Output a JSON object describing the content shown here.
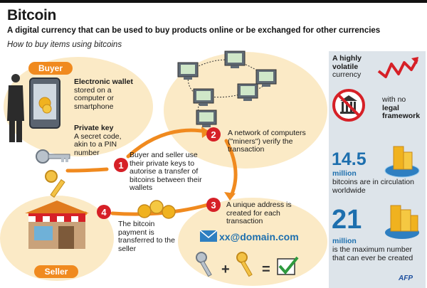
{
  "header": {
    "title": "Bitcoin",
    "subtitle": "A digital currency that can be used to buy products online or be exchanged for other currencies",
    "howto": "How to buy items using bitcoins"
  },
  "diagram": {
    "buyer_label": "Buyer",
    "seller_label": "Seller",
    "wallet": {
      "bold": "Electronic wallet",
      "rest": " stored on a computer or smartphone"
    },
    "private_key": {
      "bold": "Private key",
      "rest": "A secret code, akin to a PIN number"
    },
    "steps": [
      {
        "num": "1",
        "text": "Buyer and seller use their private keys to autorise a transfer of bitcoins between their wallets"
      },
      {
        "num": "2",
        "text": "A network of computers (\"miners\") verify the transaction"
      },
      {
        "num": "3",
        "text": "A unique address is created for each transaction"
      },
      {
        "num": "4",
        "text": "The bitcoin payment is transferred to the seller"
      }
    ],
    "email": "xx@domain.com",
    "plus": "+",
    "equals": "="
  },
  "sidebar": {
    "volatile": {
      "bold": "A highly volatile",
      "rest": "currency"
    },
    "legal": {
      "plain": "with no",
      "bold": "legal framework"
    },
    "circulation": {
      "number": "14.5",
      "unit": "million",
      "text": "bitcoins are in circulation worldwide"
    },
    "maximum": {
      "number": "21",
      "unit": "million",
      "text": "is the maximum number that can ever be created"
    }
  },
  "credit": "AFP",
  "colors": {
    "orange": "#f08a1f",
    "blob": "#fbeac6",
    "blue": "#1d6fae",
    "red": "#d62027",
    "green": "#2e9a3e"
  }
}
